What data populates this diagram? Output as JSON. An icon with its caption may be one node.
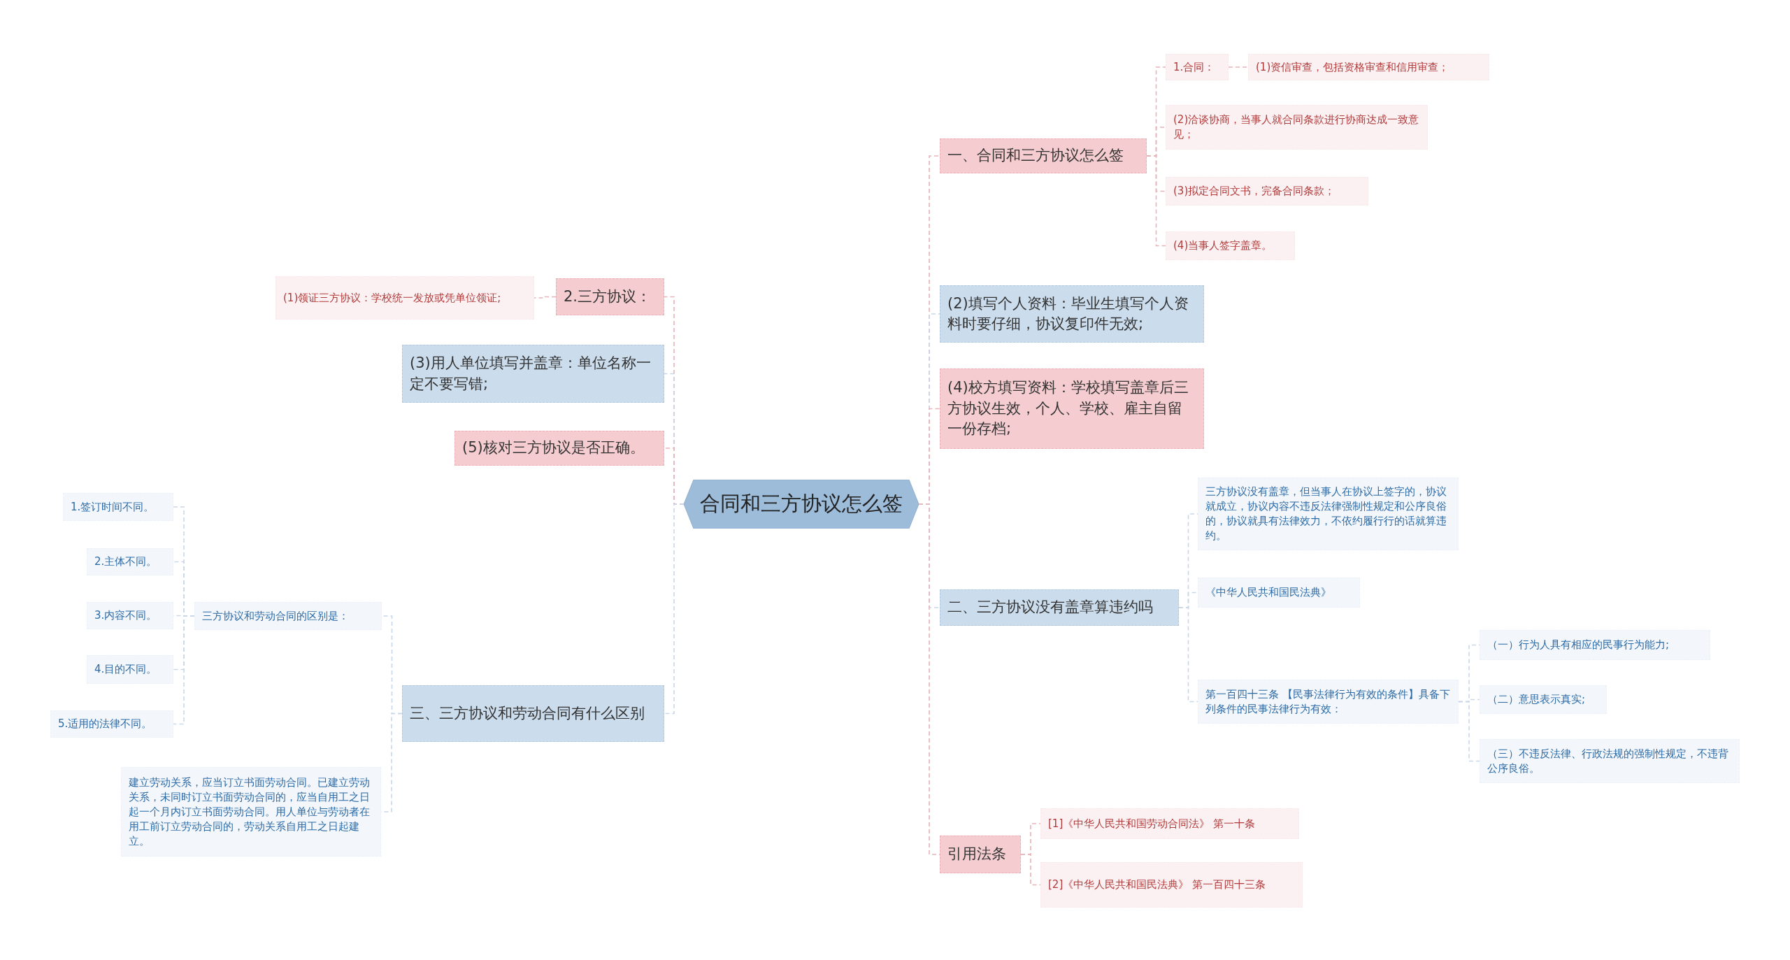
{
  "diagram": {
    "nodes": [
      {
        "text": [
          "合同和三方协议怎么签"
        ]
      },
      {
        "text": [
          "一、合同和三方协议怎么签"
        ]
      },
      {
        "text": [
          "1.合同："
        ]
      },
      {
        "text": [
          "(1)资信审查，包括资格审查和信用审查；"
        ]
      },
      {
        "text": [
          "(2)洽谈协商，当事人就合同条款进行协商达成一致意见；"
        ]
      },
      {
        "text": [
          "(3)拟定合同文书，完备合同条款；"
        ]
      },
      {
        "text": [
          "(4)当事人签字盖章。"
        ]
      },
      {
        "text": [
          "(2)填写个人资料：毕业生填写个人资料时要仔细，协议复印件无效;"
        ]
      },
      {
        "text": [
          "(4)校方填写资料：学校填写盖章后三方协议生效，个人、学校、雇主自留一份存档;"
        ]
      },
      {
        "text": [
          "二、三方协议没有盖章算违约吗"
        ]
      },
      {
        "text": [
          "三方协议没有盖章，但当事人在协议上签字的，协议就成立，协议内容不违反法律强制性规定和公序良俗的，协议就具有法律效力，不依约履行行的话就算违约。"
        ]
      },
      {
        "text": [
          "《中华人民共和国民法典》"
        ]
      },
      {
        "text": [
          "第一百四十三条 【民事法律行为有效的条件】具备下列条件的民事法律行为有效："
        ]
      },
      {
        "text": [
          "（一）行为人具有相应的民事行为能力;"
        ]
      },
      {
        "text": [
          "（二）意思表示真实;"
        ]
      },
      {
        "text": [
          "（三）不违反法律、行政法规的强制性规定，不违背公序良俗。"
        ]
      },
      {
        "text": [
          "引用法条"
        ]
      },
      {
        "text": [
          "[1]《中华人民共和国劳动合同法》 第一十条"
        ]
      },
      {
        "text": [
          "[2]《中华人民共和国民法典》 第一百四十三条"
        ]
      },
      {
        "text": [
          "2.三方协议："
        ]
      },
      {
        "text": [
          "(1)领证三方协议：学校统一发放或凭单位领证;"
        ]
      },
      {
        "text": [
          "(3)用人单位填写并盖章：单位名称一定不要写错;"
        ]
      },
      {
        "text": [
          "(5)核对三方协议是否正确。"
        ]
      },
      {
        "text": [
          "三、三方协议和劳动合同有什么区别"
        ]
      },
      {
        "text": [
          "三方协议和劳动合同的区别是："
        ]
      },
      {
        "text": [
          "1.签订时间不同。"
        ]
      },
      {
        "text": [
          "2.主体不同。"
        ]
      },
      {
        "text": [
          "3.内容不同。"
        ]
      },
      {
        "text": [
          "4.目的不同。"
        ]
      },
      {
        "text": [
          "5.适用的法律不同。"
        ]
      },
      {
        "text": [
          "建立劳动关系，应当订立书面劳动合同。已建立劳动关系，未同时订立书面劳动合同的，应当自用工之日起一个月内订立书面劳动合同。用人单位与劳动者在用工前订立劳动合同的，劳动关系自用工之日起建立。"
        ]
      }
    ],
    "edges": [
      {
        "from": 0,
        "to": 1,
        "arrow": "none",
        "color": "#e9b3b8"
      },
      {
        "from": 0,
        "to": 7,
        "arrow": "none"
      },
      {
        "from": 0,
        "to": 8,
        "arrow": "none",
        "color": "#e9b3b8"
      },
      {
        "from": 0,
        "to": 9,
        "arrow": "none"
      },
      {
        "from": 0,
        "to": 16,
        "arrow": "none",
        "color": "#e9b3b8"
      },
      {
        "from": 1,
        "to": 2,
        "arrow": "none",
        "color": "#e9b3b8"
      },
      {
        "from": 2,
        "to": 3,
        "arrow": "none",
        "color": "#e9b3b8"
      },
      {
        "from": 1,
        "to": 4,
        "arrow": "none",
        "color": "#e9b3b8"
      },
      {
        "from": 1,
        "to": 5,
        "arrow": "none",
        "color": "#e9b3b8"
      },
      {
        "from": 1,
        "to": 6,
        "arrow": "none",
        "color": "#e9b3b8"
      },
      {
        "from": 9,
        "to": 10,
        "arrow": "none"
      },
      {
        "from": 9,
        "to": 11,
        "arrow": "none"
      },
      {
        "from": 9,
        "to": 12,
        "arrow": "none"
      },
      {
        "from": 12,
        "to": 13,
        "arrow": "none"
      },
      {
        "from": 12,
        "to": 14,
        "arrow": "none"
      },
      {
        "from": 12,
        "to": 15,
        "arrow": "none"
      },
      {
        "from": 16,
        "to": 17,
        "arrow": "none",
        "color": "#e9b3b8"
      },
      {
        "from": 16,
        "to": 18,
        "arrow": "none",
        "color": "#e9b3b8"
      },
      {
        "from": 0,
        "to": 19,
        "arrow": "none",
        "color": "#e9b3b8"
      },
      {
        "from": 19,
        "to": 20,
        "arrow": "none",
        "color": "#e9b3b8"
      },
      {
        "from": 0,
        "to": 21,
        "arrow": "none"
      },
      {
        "from": 0,
        "to": 22,
        "arrow": "none",
        "color": "#e9b3b8"
      },
      {
        "from": 0,
        "to": 23,
        "arrow": "none"
      },
      {
        "from": 23,
        "to": 24,
        "arrow": "none"
      },
      {
        "from": 24,
        "to": 25,
        "arrow": "none"
      },
      {
        "from": 24,
        "to": 26,
        "arrow": "none"
      },
      {
        "from": 24,
        "to": 27,
        "arrow": "none"
      },
      {
        "from": 24,
        "to": 28,
        "arrow": "none"
      },
      {
        "from": 24,
        "to": 29,
        "arrow": "none"
      },
      {
        "from": 23,
        "to": 30,
        "arrow": "none"
      }
    ]
  }
}
